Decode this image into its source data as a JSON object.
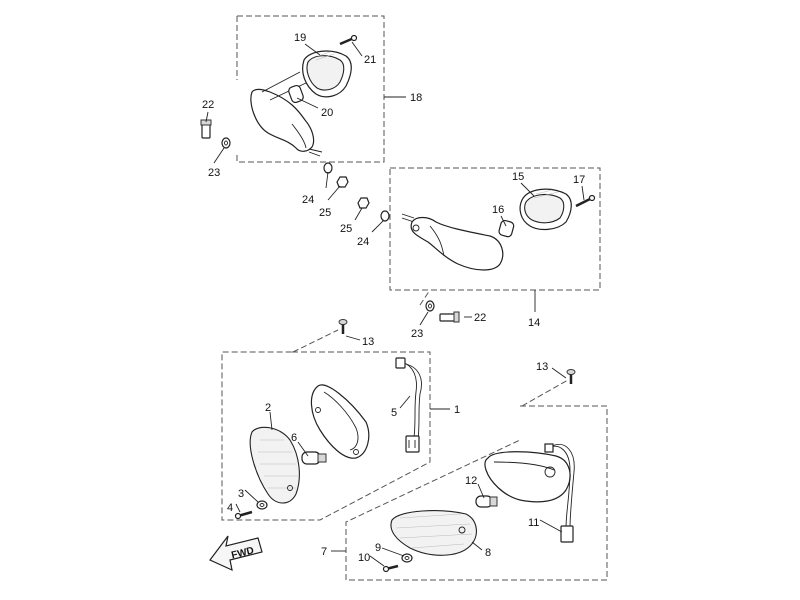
{
  "diagram": {
    "callouts": [
      "1",
      "2",
      "3",
      "4",
      "5",
      "6",
      "7",
      "8",
      "9",
      "10",
      "11",
      "12",
      "13",
      "14",
      "15",
      "16",
      "17",
      "18",
      "19",
      "20",
      "21",
      "22",
      "23",
      "24",
      "25"
    ],
    "fwd_label": "FWD"
  }
}
